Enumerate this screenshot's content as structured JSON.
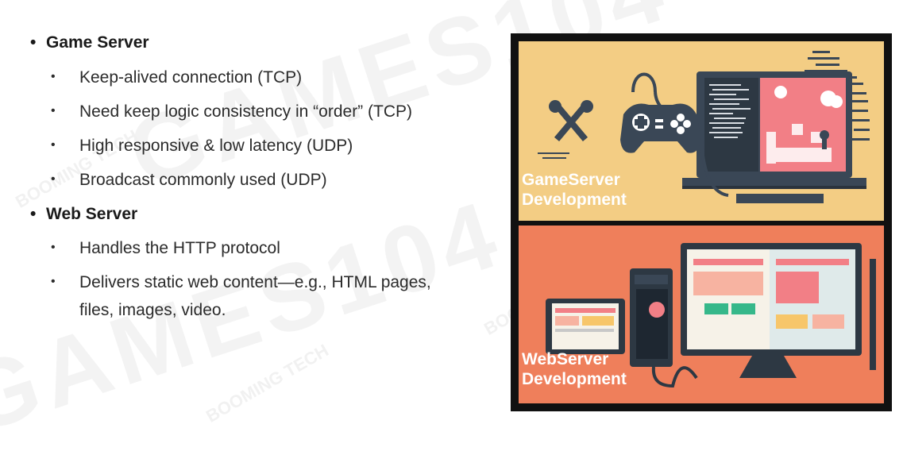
{
  "bullets": [
    {
      "title": "Game Server",
      "items": [
        "Keep-alived connection (TCP)",
        "Need keep logic consistency in “order” (TCP)",
        "High responsive & low latency (UDP)",
        "Broadcast commonly used (UDP)"
      ]
    },
    {
      "title": "Web Server",
      "items": [
        "Handles the HTTP protocol",
        "Delivers static web content—e.g., HTML pages,",
        "files, images, video."
      ]
    }
  ],
  "bullet_char": "•",
  "illustration": {
    "top_caption_1": "GameServer",
    "top_caption_2": "Development",
    "bottom_caption_1": "WebServer",
    "bottom_caption_2": "Development"
  },
  "watermark": {
    "brand": "GAMES104",
    "small": "BOOMING TECH"
  },
  "colors": {
    "top_bg": "#f3cd84",
    "bottom_bg": "#ef7f5b",
    "dark": "#3a4756",
    "screen_pink": "#f27f86",
    "frame": "#111111"
  }
}
